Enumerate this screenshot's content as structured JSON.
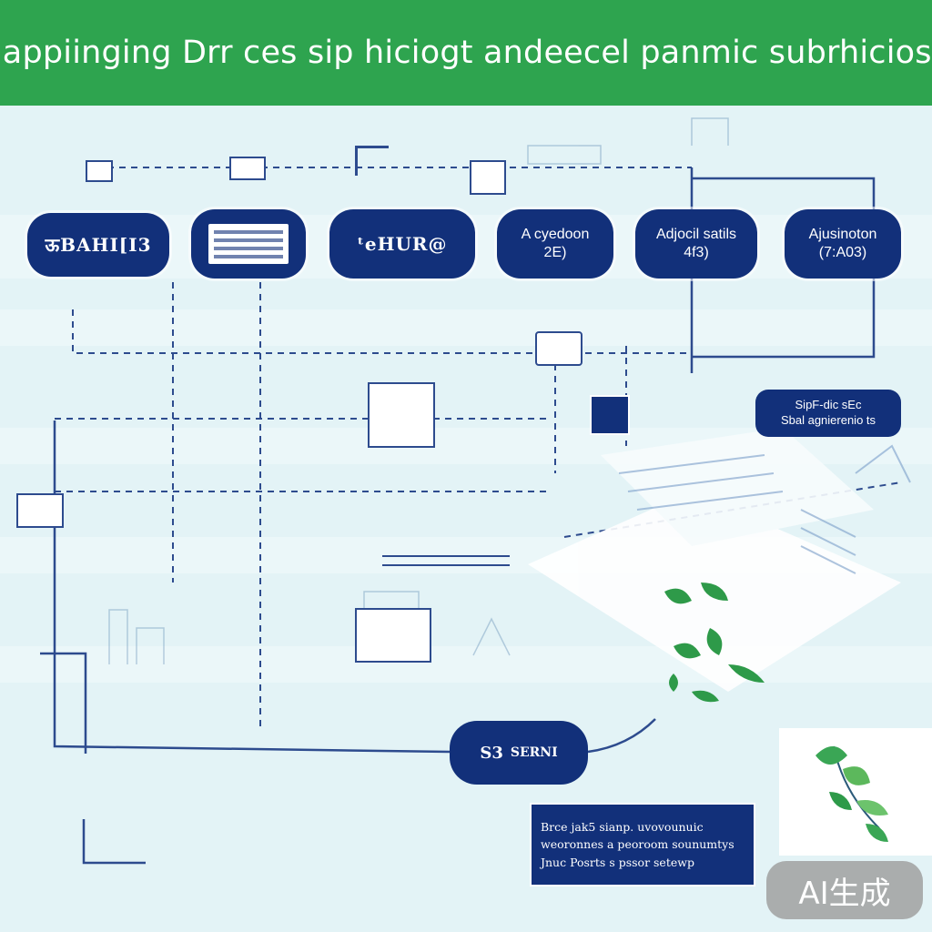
{
  "title": "A.appiinging Drr ces sip hiciogt andeecel panmic subrhiciosts",
  "nodes": [
    {
      "glyph": "ऊBAHI[I3",
      "line1": "",
      "line2": ""
    },
    {
      "glyph": "",
      "line1": "",
      "line2": ""
    },
    {
      "glyph": "ᵗeHUR@",
      "line1": "",
      "line2": ""
    },
    {
      "glyph": "",
      "line1": "A cyedoon",
      "line2": "2E)"
    },
    {
      "glyph": "",
      "line1": "Adjocil satils",
      "line2": "4f3)"
    },
    {
      "glyph": "",
      "line1": "Ajusinoton",
      "line2": "(7:A03)"
    }
  ],
  "callout": {
    "line1": "SipF-dic sEc",
    "line2": "Sbal agnierenio ts"
  },
  "bottom_node": {
    "text1": "S3",
    "text2": "SERNI"
  },
  "textbox": {
    "line1": "Brce jak5 sianp. uvovounuic",
    "line2": "weoronnes a peoroom sounumtys",
    "line3": "Jnuc Posrts s pssor setewp"
  },
  "badge": "AI生成",
  "colors": {
    "banner": "#2ea44f",
    "node": "#12307a",
    "background": "#e3f3f6"
  },
  "icons": [
    "plant-icon",
    "machine-icon",
    "monitor-icon",
    "robot-arm-icon",
    "conveyor-icon"
  ]
}
